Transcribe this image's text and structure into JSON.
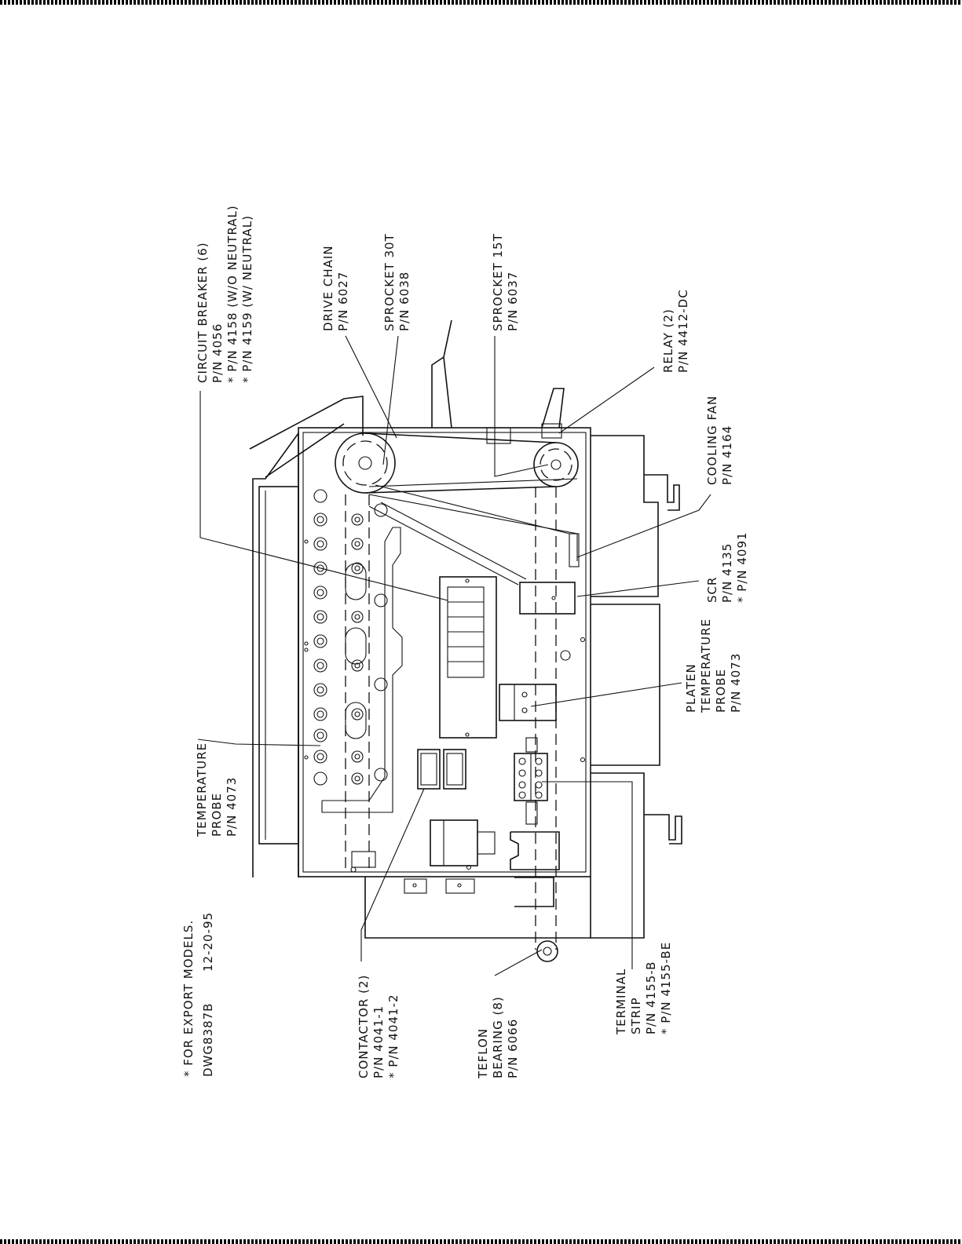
{
  "callouts": {
    "circuit_breaker": [
      "CIRCUIT BREAKER (6)",
      "P/N 4056",
      "* P/N 4158 (W/O NEUTRAL)",
      "* P/N 4159 (W/ NEUTRAL)"
    ],
    "drive_chain": [
      "DRIVE CHAIN",
      "P/N 6027"
    ],
    "sprocket_30t": [
      "SPROCKET 30T",
      "P/N 6038"
    ],
    "sprocket_15t": [
      "SPROCKET 15T",
      "P/N 6037"
    ],
    "relay": [
      "RELAY (2)",
      "P/N 4412-DC"
    ],
    "cooling_fan": [
      "COOLING FAN",
      "P/N 4164"
    ],
    "scr": [
      "SCR",
      "P/N 4135",
      "* P/N 4091"
    ],
    "platen_probe": [
      "PLATEN",
      "TEMPERATURE",
      "PROBE",
      "P/N 4073"
    ],
    "temperature_probe": [
      "TEMPERATURE",
      "PROBE",
      "P/N 4073"
    ],
    "contactor": [
      "CONTACTOR (2)",
      "P/N 4041-1",
      "* P/N 4041-2"
    ],
    "teflon_bearing": [
      "TEFLON",
      "BEARING (8)",
      "P/N 6066"
    ],
    "terminal_strip": [
      "TERMINAL",
      "STRIP",
      "P/N 4155-B",
      "* P/N 4155-BE"
    ]
  },
  "footer": {
    "note": "* FOR EXPORT MODELS.",
    "drawing_number": "DWG8387B",
    "date": "12-20-95"
  }
}
